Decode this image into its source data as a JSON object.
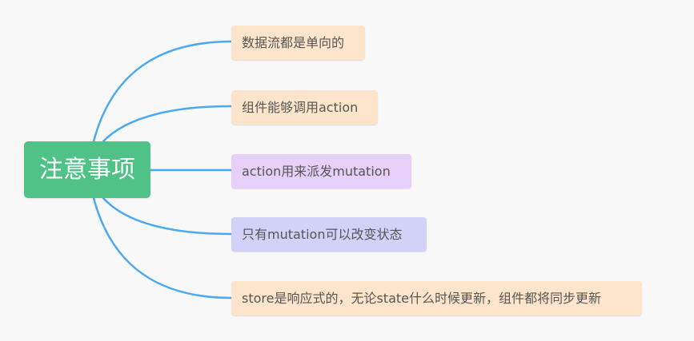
{
  "root": {
    "label": "注意事项",
    "color": "#50c287"
  },
  "link_color": "#4aa9f0",
  "items": [
    {
      "label": "数据流都是单向的",
      "color": "#fde5cc"
    },
    {
      "label": "组件能够调用action",
      "color": "#fde5cc"
    },
    {
      "label": "action用来派发mutation",
      "color": "#e6d0f9"
    },
    {
      "label": "只有mutation可以改变状态",
      "color": "#d2d2f9"
    },
    {
      "label": "store是响应式的，无论state什么时候更新，组件都将同步更新",
      "color": "#fde5cc"
    }
  ]
}
